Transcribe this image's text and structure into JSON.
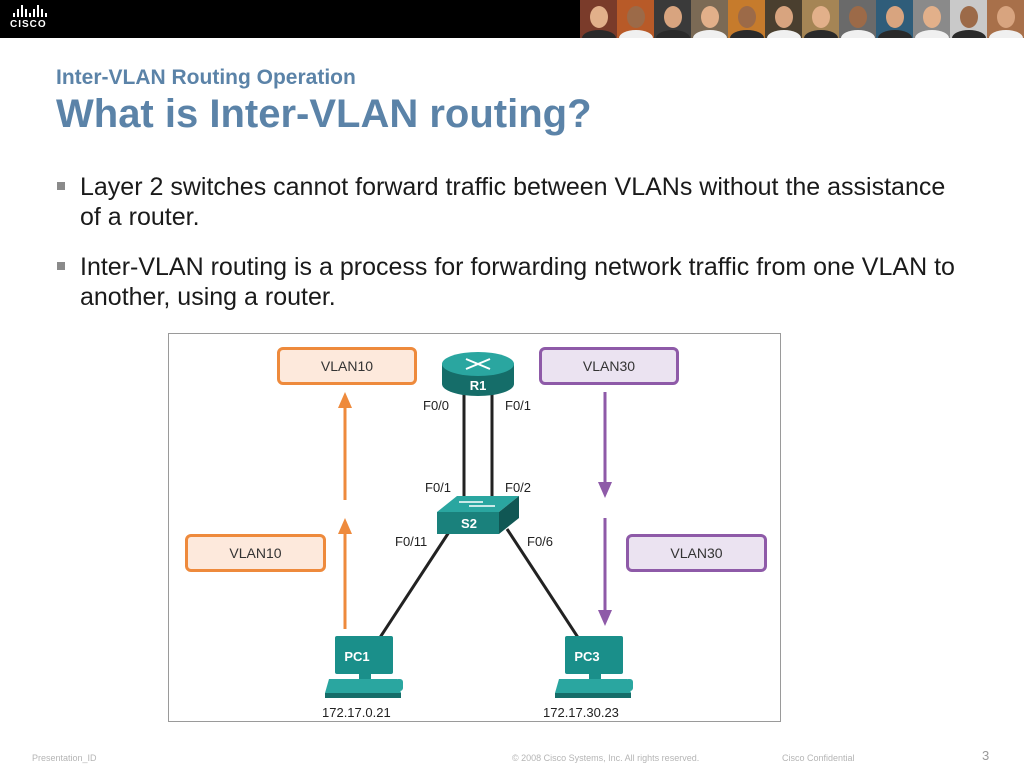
{
  "banner": {
    "logo_text": "CISCO",
    "photo_colors": [
      "#7a3b2a",
      "#b85a28",
      "#3a3a3a",
      "#7b6a55",
      "#c67b2c",
      "#4a3f2f",
      "#a58555",
      "#6a6a6a",
      "#2f5d7a",
      "#8a8a8a",
      "#c9c9c9",
      "#a8704a"
    ]
  },
  "slide": {
    "subtitle": "Inter-VLAN Routing Operation",
    "title": "What is Inter-VLAN routing?",
    "bullets": [
      "Layer 2 switches cannot forward traffic between VLANs without the assistance of a router.",
      "Inter-VLAN routing is a process for forwarding network traffic from one VLAN to another, using a router."
    ]
  },
  "diagram": {
    "vlan_boxes": {
      "top_left": "VLAN10",
      "mid_left": "VLAN10",
      "top_right": "VLAN30",
      "mid_right": "VLAN30"
    },
    "router": {
      "label": "R1",
      "port_left": "F0/0",
      "port_right": "F0/1"
    },
    "switch": {
      "label": "S2",
      "port_up_left": "F0/1",
      "port_up_right": "F0/2",
      "port_down_left": "F0/11",
      "port_down_right": "F0/6"
    },
    "pc1": {
      "label": "PC1",
      "ip": "172.17.0.21"
    },
    "pc3": {
      "label": "PC3",
      "ip": "172.17.30.23"
    },
    "colors": {
      "vlan10": "#ee8a3c",
      "vlan30": "#8e5aa8",
      "device": "#1f8f8a"
    }
  },
  "footer": {
    "presentation_id": "Presentation_ID",
    "copyright": "© 2008 Cisco Systems, Inc. All rights reserved.",
    "confidential": "Cisco Confidential",
    "page_number": "3"
  }
}
